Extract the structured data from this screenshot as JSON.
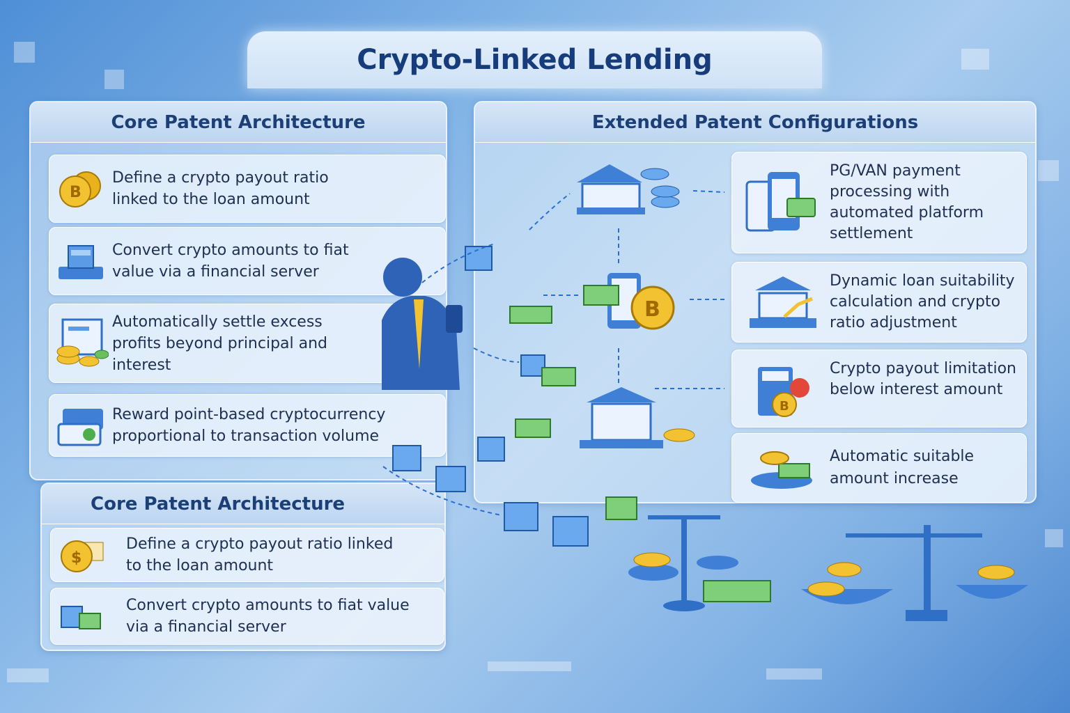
{
  "title": "Crypto-Linked Lending",
  "left_panel": {
    "header": "Core Patent Architecture",
    "items": [
      {
        "text": "Define a crypto payout ratio linked to the loan amount",
        "icon": "bitcoin-coins-icon"
      },
      {
        "text": "Convert crypto amounts to fiat value via a financial server",
        "icon": "server-icon"
      },
      {
        "text": "Automatically settle excess profits beyond principal and interest",
        "icon": "dashboard-coins-icon"
      },
      {
        "text": "Reward point-based cryptocurrency proportional to transaction volume",
        "icon": "wallet-card-icon"
      }
    ]
  },
  "left_panel_2": {
    "header": "Core Patent Architecture",
    "items": [
      {
        "text": "Define a crypto payout ratio linked to the loan amount",
        "icon": "dollar-coin-icon"
      },
      {
        "text": "Convert crypto amounts to fiat value via a financial server",
        "icon": "cube-cash-icon"
      }
    ]
  },
  "right_panel": {
    "header": "Extended Patent Configurations",
    "items": [
      {
        "text": "PG/VAN payment processing with automated platform settlement",
        "icon": "payment-terminal-icon"
      },
      {
        "text": "Dynamic loan suitability calculation and crypto ratio adjustment",
        "icon": "bank-chart-icon"
      },
      {
        "text": "Crypto payout limitation below interest amount",
        "icon": "calculator-coin-icon"
      },
      {
        "text": "Automatic suitable amount increase",
        "icon": "coins-cash-icon"
      }
    ]
  },
  "colors": {
    "title": "#173c7c",
    "accent": "#2a6fd0",
    "coin": "#f2c230"
  }
}
